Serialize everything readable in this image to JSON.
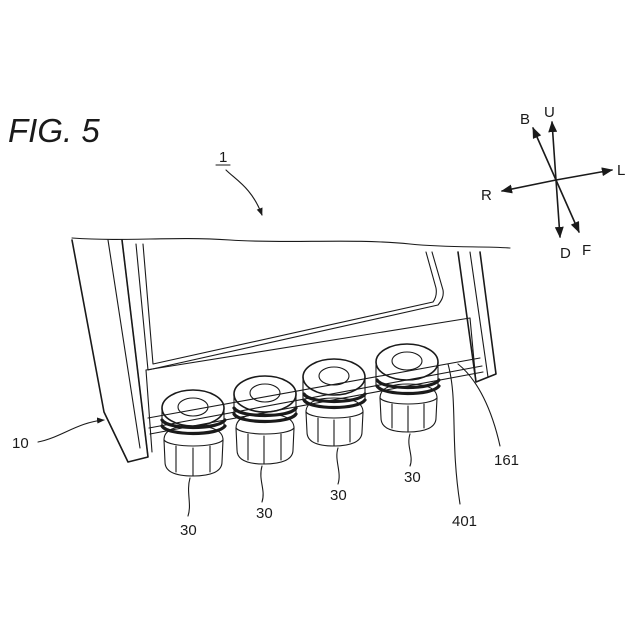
{
  "figure": {
    "title": "FIG. 5"
  },
  "labels": {
    "assembly": "1",
    "frame": "10",
    "connector_a": "30",
    "connector_b": "30",
    "connector_c": "30",
    "connector_d": "30",
    "plate": "401",
    "rail": "161"
  },
  "directions": {
    "up": "U",
    "down": "D",
    "left": "L",
    "right": "R",
    "back": "B",
    "front": "F"
  }
}
